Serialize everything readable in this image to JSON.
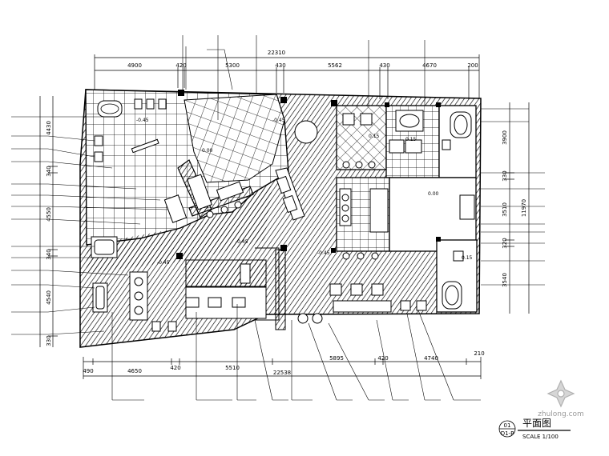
{
  "dimensions": {
    "top_total": "22310",
    "top_segments": [
      "4900",
      "420",
      "5300",
      "430",
      "5562",
      "430",
      "4670",
      "200"
    ],
    "bottom_total": "22538",
    "bottom_segments": [
      "490",
      "4650",
      "420",
      "5510",
      "5895",
      "420",
      "4740",
      "210"
    ],
    "left": [
      "4430",
      "340",
      "4550",
      "340",
      "4540",
      "330"
    ],
    "right": [
      "3900",
      "330",
      "3510",
      "320",
      "3540"
    ],
    "right_total": "11970"
  },
  "levels": [
    "-0.45",
    "0.00",
    "-0.45",
    "0.15",
    "0.00",
    "-0.45",
    "-0.45",
    "0.15",
    "-0.45",
    "0.15"
  ],
  "title_block": {
    "badge_top": "01",
    "badge_bottom": "D1-P",
    "title": "平面图",
    "scale": "SCALE  1/100"
  },
  "watermark": "zhulong.com",
  "colors": {
    "line": "#000000",
    "hatch": "#000000",
    "watermark": "#b0b0b0"
  }
}
